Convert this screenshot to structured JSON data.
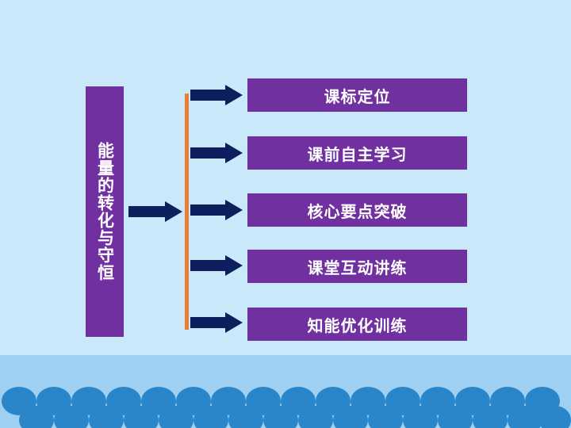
{
  "title": "能量的转化与守恒",
  "menu": [
    {
      "label": "课标定位"
    },
    {
      "label": "课前自主学习"
    },
    {
      "label": "核心要点突破"
    },
    {
      "label": "课堂互动讲练"
    },
    {
      "label": "知能优化训练"
    }
  ],
  "colors": {
    "background": "#c9e9fb",
    "box": "#7030a0",
    "arrow": "#0d1f5c",
    "connector": "#ed7d31",
    "band": "#9fd0f2",
    "scallop": "#2a86c8"
  }
}
